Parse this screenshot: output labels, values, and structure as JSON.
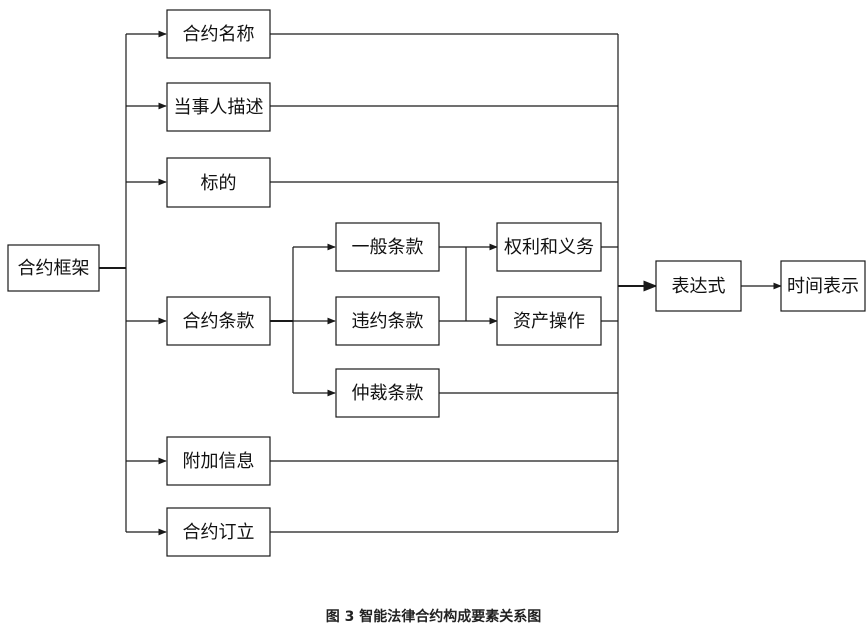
{
  "nodes": {
    "framework": "合约框架",
    "name": "合约名称",
    "parties": "当事人描述",
    "subject": "标的",
    "clauses": "合约条款",
    "additional": "附加信息",
    "signing": "合约订立",
    "general": "一般条款",
    "breach": "违约条款",
    "arbitration": "仲裁条款",
    "rights": "权利和义务",
    "asset_ops": "资产操作",
    "expression": "表达式",
    "time": "时间表示"
  },
  "caption": "图 3  智能法律合约构成要素关系图"
}
